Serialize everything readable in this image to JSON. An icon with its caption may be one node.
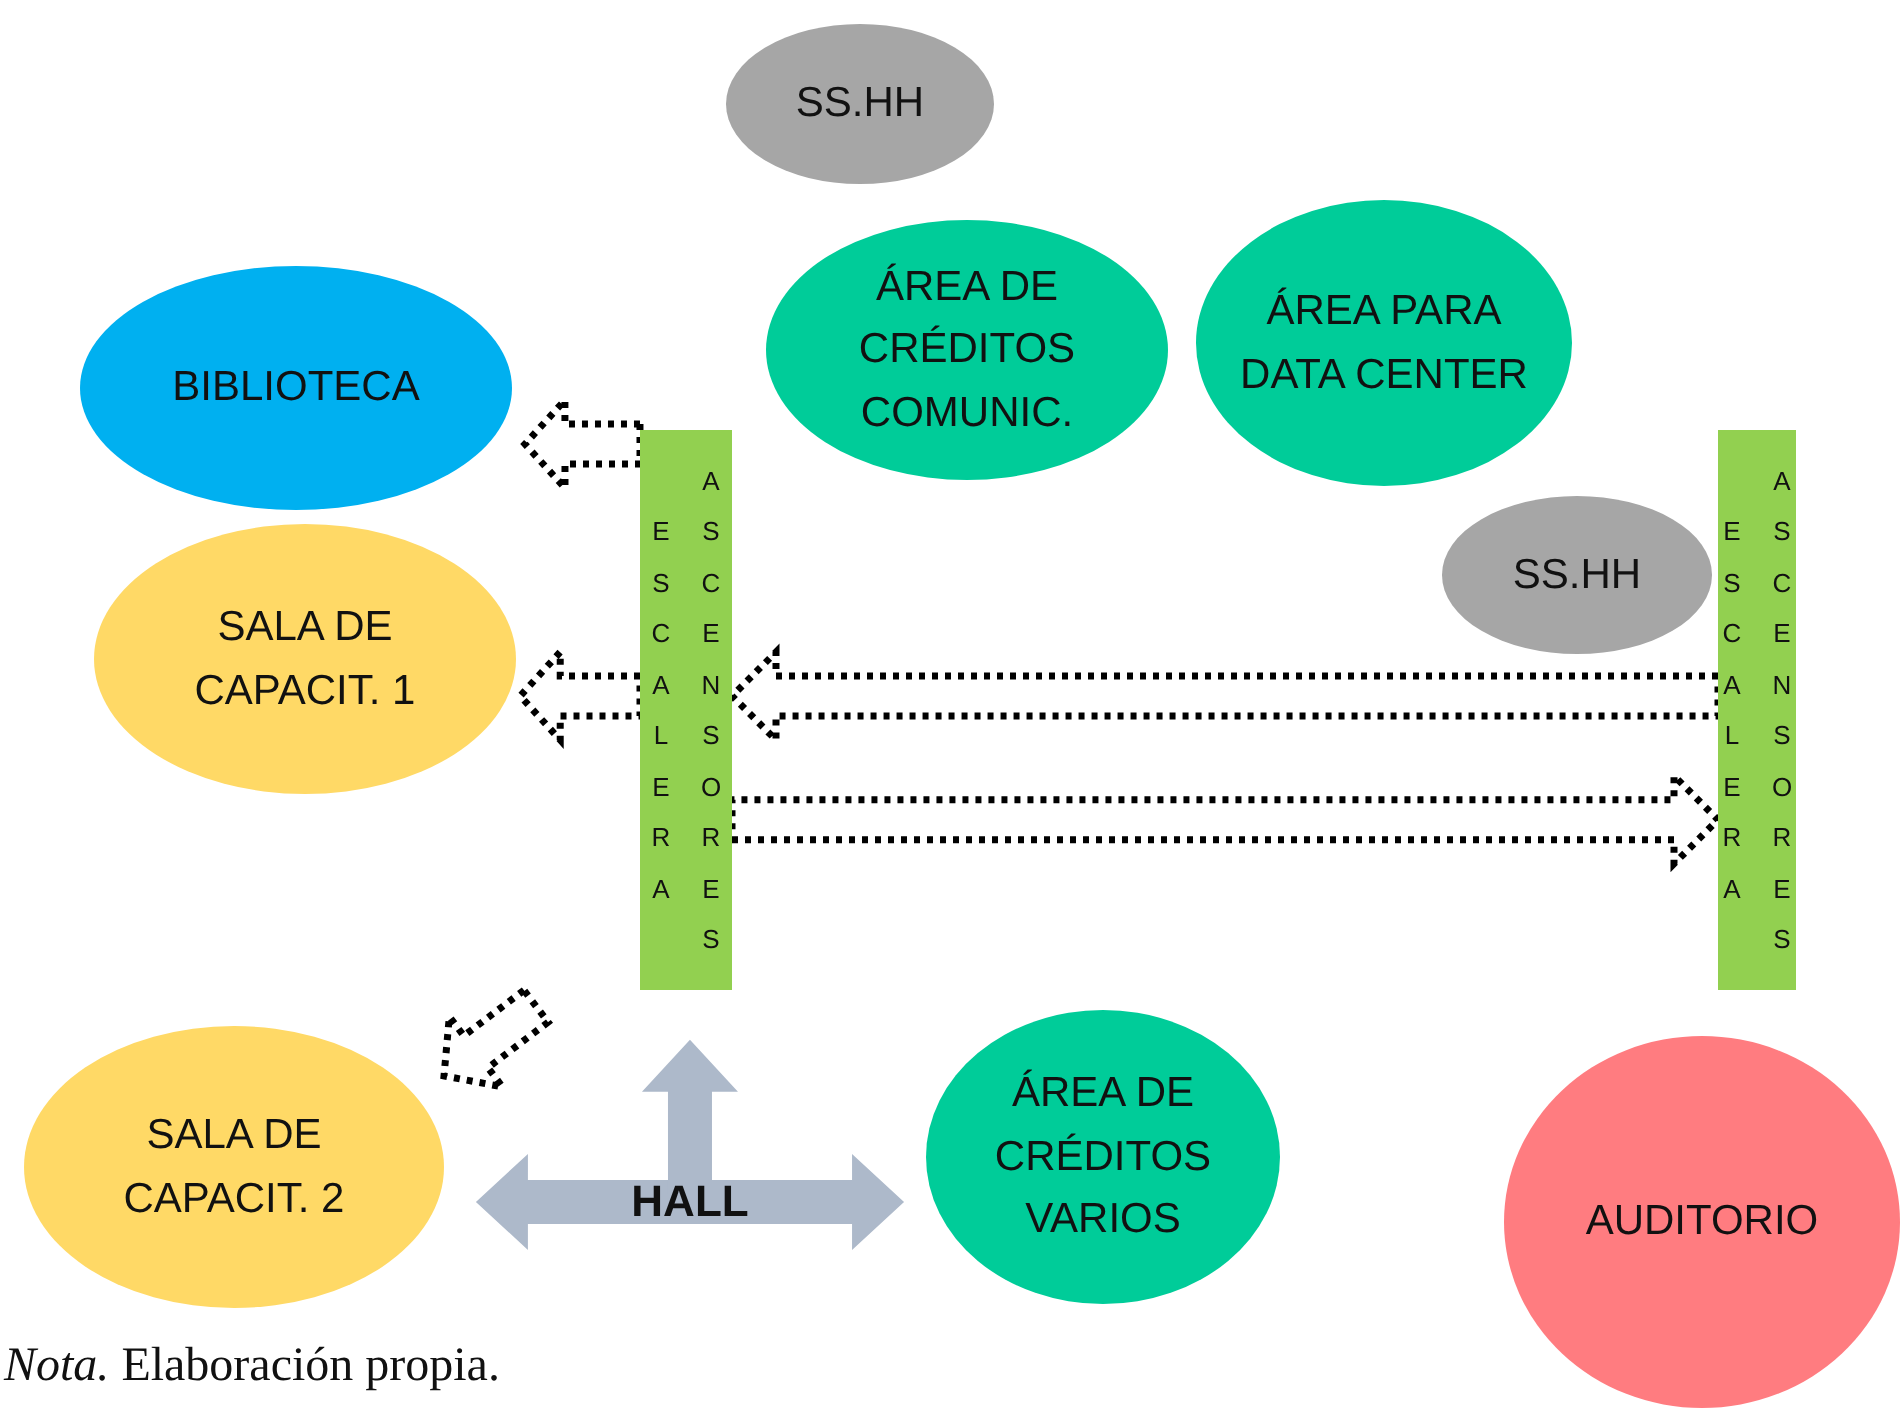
{
  "diagram": {
    "caption": "*Nota.* Elaboración propia.",
    "nodes": [
      {
        "text": [
          "SS.HH"
        ]
      },
      {
        "text": [
          "BIBLIOTECA"
        ]
      },
      {
        "text": [
          "ÁREA DE CRÉDITOS COMUNIC."
        ]
      },
      {
        "text": [
          "ÁREA PARA DATA CENTER"
        ]
      },
      {
        "text": [
          "ESCALERA",
          "ASCENSORES"
        ]
      },
      {
        "text": [
          "SS.HH"
        ]
      },
      {
        "text": [
          "ESCALERA",
          "ASCENSORES"
        ]
      },
      {
        "text": [
          "SALA DE CAPACIT. 1"
        ]
      },
      {
        "text": [
          "SALA DE CAPACIT. 2"
        ]
      },
      {
        "text": [
          "HALL"
        ]
      },
      {
        "text": [
          "ÁREA DE CRÉDITOS VARIOS"
        ]
      },
      {
        "text": [
          "AUDITORIO"
        ]
      }
    ],
    "edges": [
      {
        "from": 4,
        "to": 1,
        "arrow": "to",
        "style": "dashed"
      },
      {
        "from": 4,
        "to": 7,
        "arrow": "to",
        "style": "dashed"
      },
      {
        "from": 4,
        "to": 8,
        "arrow": "to",
        "style": "dashed"
      },
      {
        "from": 6,
        "to": 4,
        "arrow": "to",
        "style": "dashed"
      },
      {
        "from": 4,
        "to": 6,
        "arrow": "to",
        "style": "dashed"
      },
      {
        "from": 9,
        "to": 8,
        "arrow": "to",
        "style": "thick",
        "color": "#adb9ca"
      },
      {
        "from": 9,
        "to": 4,
        "arrow": "to",
        "style": "thick",
        "color": "#adb9ca"
      },
      {
        "from": 9,
        "to": 10,
        "arrow": "to",
        "style": "thick",
        "color": "#adb9ca"
      }
    ]
  }
}
